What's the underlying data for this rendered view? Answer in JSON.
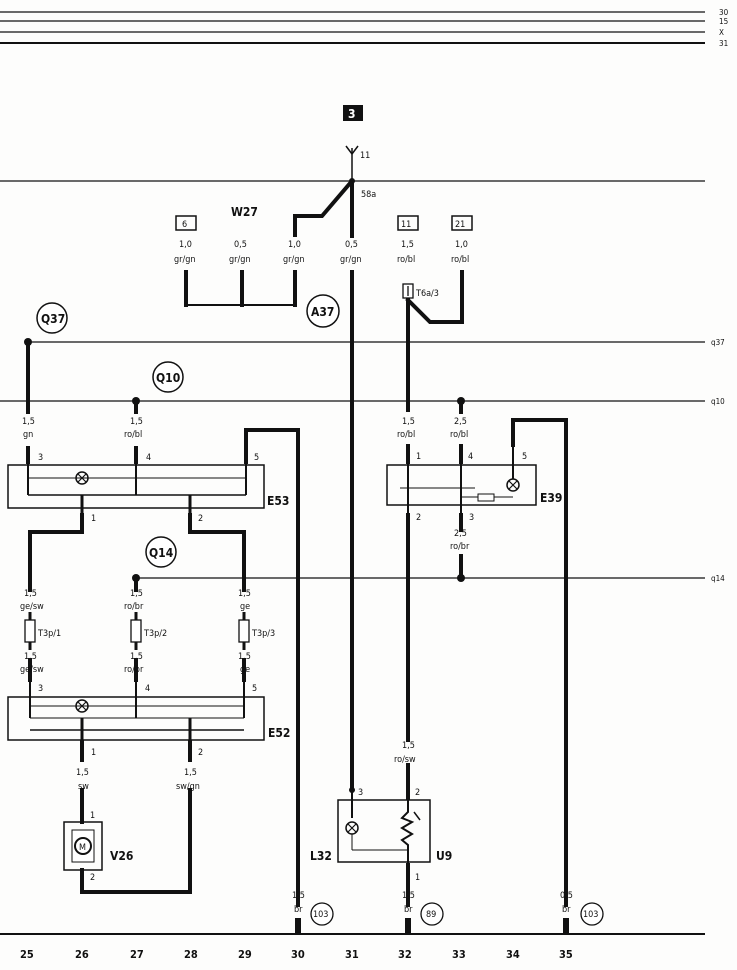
{
  "bus_labels": {
    "b1": "30",
    "b2": "15",
    "b3": "X",
    "b4": "31",
    "q37": "q37",
    "q10": "q10",
    "q14": "q14"
  },
  "bus_codes": {
    "q37": "Q37",
    "q10": "Q10",
    "q14": "Q14",
    "a37": "A37"
  },
  "top": {
    "page_ref": "3",
    "pin11": "11",
    "n58a": "58a",
    "w27": "W27"
  },
  "refs": {
    "r6": "6",
    "r11": "11",
    "r21": "21",
    "r103a": "103",
    "r89": "89",
    "r103b": "103"
  },
  "wires_top": [
    {
      "size": "1,0",
      "color": "gr/gn"
    },
    {
      "size": "0,5",
      "color": "gr/gn"
    },
    {
      "size": "1,0",
      "color": "gr/gn"
    },
    {
      "size": "0,5",
      "color": "gr/gn"
    },
    {
      "size": "1,5",
      "color": "ro/bl"
    },
    {
      "size": "1,0",
      "color": "ro/bl"
    }
  ],
  "connector_t6a": "T6a/3",
  "e53": {
    "name": "E53",
    "in_a": {
      "size": "1,5",
      "color": "gn"
    },
    "in_b": {
      "size": "1,5",
      "color": "ro/bl"
    },
    "pins": [
      "3",
      "4",
      "5",
      "1",
      "2"
    ]
  },
  "e39": {
    "name": "E39",
    "in_a": {
      "size": "1,5",
      "color": "ro/bl"
    },
    "in_b": {
      "size": "2,5",
      "color": "ro/bl"
    },
    "out": {
      "size": "2,5",
      "color": "ro/br"
    },
    "pins": [
      "1",
      "4",
      "5",
      "2",
      "3"
    ]
  },
  "t3p": {
    "wire_above": [
      {
        "size": "1,5",
        "color": "ge/sw"
      },
      {
        "size": "1,5",
        "color": "ro/br"
      },
      {
        "size": "1,5",
        "color": "ge"
      }
    ],
    "labels": [
      "T3p/1",
      "T3p/2",
      "T3p/3"
    ],
    "wire_below": [
      {
        "size": "1,5",
        "color": "ge/sw"
      },
      {
        "size": "1,5",
        "color": "ro/br"
      },
      {
        "size": "1,5",
        "color": "ge"
      }
    ]
  },
  "e52": {
    "name": "E52",
    "pins": [
      "3",
      "4",
      "5",
      "1",
      "2"
    ],
    "out_a": {
      "size": "1,5",
      "color": "sw"
    },
    "out_b": {
      "size": "1,5",
      "color": "sw/gn"
    }
  },
  "v26": {
    "name": "V26",
    "pin1": "1",
    "pin2": "2"
  },
  "l32": {
    "name": "L32",
    "pin": "3"
  },
  "u9": {
    "name": "U9",
    "pin2": "2",
    "pin1": "1",
    "in": {
      "size": "1,5",
      "color": "ro/sw"
    }
  },
  "bottom_wires": [
    {
      "size": "1,5",
      "color": "br"
    },
    {
      "size": "1,5",
      "color": "br"
    },
    {
      "size": "0,5",
      "color": "br"
    }
  ],
  "columns": [
    "25",
    "26",
    "27",
    "28",
    "29",
    "30",
    "31",
    "32",
    "33",
    "34",
    "35"
  ]
}
